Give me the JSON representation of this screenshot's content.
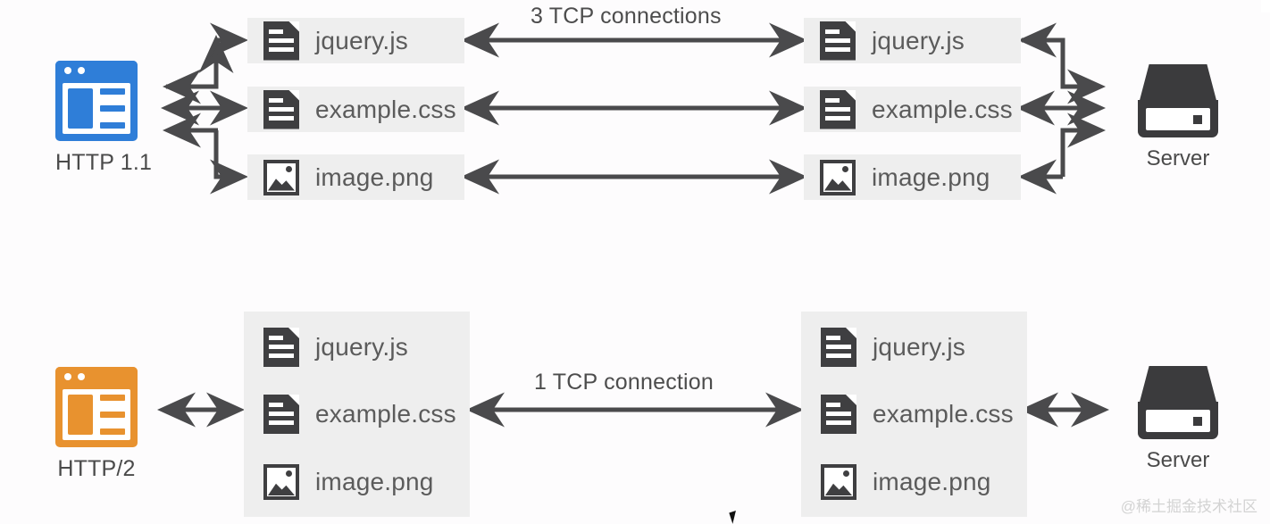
{
  "diagram": {
    "title_visible": false,
    "colors": {
      "http11_accent": "#2f7ed8",
      "http2_accent": "#e8922f",
      "icon_dark": "#3f3f41",
      "filebox_bg": "#eeeeee",
      "arrow": "#4a4a4c",
      "text": "#4d4d4d",
      "background": "#fdfcfd"
    },
    "sections": [
      {
        "id": "http11",
        "client": {
          "label": "HTTP 1.1",
          "icon": "browser-window-icon",
          "accent": "#2f7ed8"
        },
        "caption": "3 TCP connections",
        "client_files": [
          {
            "name": "jquery.js",
            "icon": "document-icon"
          },
          {
            "name": "example.css",
            "icon": "document-icon"
          },
          {
            "name": "image.png",
            "icon": "image-icon"
          }
        ],
        "server_files": [
          {
            "name": "jquery.js",
            "icon": "document-icon"
          },
          {
            "name": "example.css",
            "icon": "document-icon"
          },
          {
            "name": "image.png",
            "icon": "image-icon"
          }
        ],
        "server": {
          "label": "Server",
          "icon": "server-icon"
        },
        "connection_count": 3,
        "grouped": false
      },
      {
        "id": "http2",
        "client": {
          "label": "HTTP/2",
          "icon": "browser-window-icon",
          "accent": "#e8922f"
        },
        "caption": "1 TCP connection",
        "client_files": [
          {
            "name": "jquery.js",
            "icon": "document-icon"
          },
          {
            "name": "example.css",
            "icon": "document-icon"
          },
          {
            "name": "image.png",
            "icon": "image-icon"
          }
        ],
        "server_files": [
          {
            "name": "jquery.js",
            "icon": "document-icon"
          },
          {
            "name": "example.css",
            "icon": "document-icon"
          },
          {
            "name": "image.png",
            "icon": "image-icon"
          }
        ],
        "server": {
          "label": "Server",
          "icon": "server-icon"
        },
        "connection_count": 1,
        "grouped": true
      }
    ],
    "watermark": "@稀土掘金技术社区"
  }
}
